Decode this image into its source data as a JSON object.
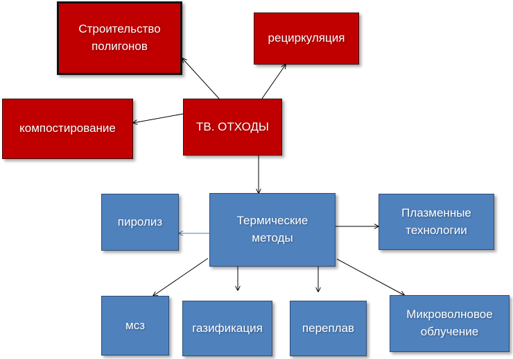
{
  "nodes": {
    "construction": "Строительство\nполигонов",
    "recycling": "рециркуляция",
    "composting": "компостирование",
    "solid_waste": "ТВ. ОТХОДЫ",
    "pyrolysis": "пиролиз",
    "thermal": "Термические\nметоды",
    "plasma": "Плазменные\nтехнологии",
    "msz": "мсз",
    "gasification": "газификация",
    "remelting": "переплав",
    "microwave": "Микроволновое\nоблучение"
  },
  "colors": {
    "red_box": "#c00000",
    "blue_box": "#4f81bd",
    "arrow": "#000000",
    "arrow_light": "#4f81bd"
  }
}
